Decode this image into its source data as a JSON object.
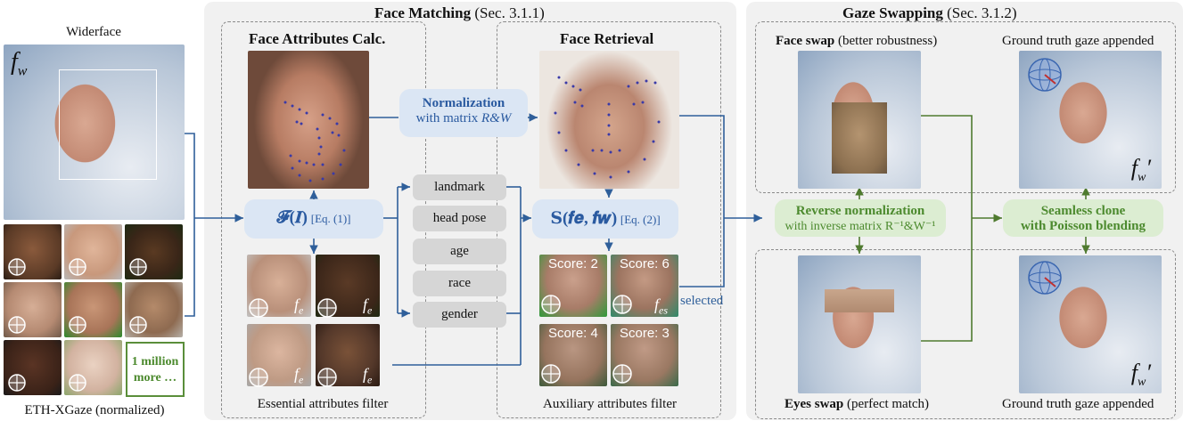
{
  "left": {
    "widerface_label": "Widerface",
    "fw_label": "f",
    "fw_sub": "w",
    "eth_label": "ETH-XGaze (normalized)",
    "million_line1": "1 million",
    "million_line2": "more …"
  },
  "face_matching": {
    "title_bold": "Face Matching",
    "title_ref": " (Sec. 3.1.1)",
    "attr_calc_title": "Face Attributes Calc.",
    "retrieval_title": "Face Retrieval",
    "normalization_title": "Normalization",
    "normalization_sub_pre": "with matrix ",
    "normalization_sub_math": "R&W",
    "F_formula": "𝓕(𝑰)",
    "F_eq": "[Eq. (1)]",
    "S_formula": "𝐒(𝒇𝒆, 𝒇𝒘)",
    "S_eq": "[Eq. (2)]",
    "attributes": [
      "landmark",
      "head pose",
      "age",
      "race",
      "gender"
    ],
    "fe_label": "f",
    "fe_sub": "e",
    "fes_label": "f",
    "fes_sub": "es",
    "scores": [
      "Score: 2",
      "Score: 6",
      "Score: 4",
      "Score: 3"
    ],
    "selected_label": "selected",
    "essential_label": "Essential attributes filter",
    "auxiliary_label": "Auxiliary attributes filter"
  },
  "gaze_swapping": {
    "title_bold": "Gaze Swapping",
    "title_ref": " (Sec. 3.1.2)",
    "face_swap_bold": "Face swap",
    "face_swap_note": " (better robustness)",
    "eyes_swap_bold": "Eyes swap",
    "eyes_swap_note": " (perfect match)",
    "gt_top": "Ground truth gaze appended",
    "gt_bottom": "Ground truth gaze appended",
    "reverse_title": "Reverse normalization",
    "reverse_sub": "with inverse matrix R⁻¹&W⁻¹",
    "seamless_line1": "Seamless clone",
    "seamless_line2": "with Poisson blending",
    "fw_prime": "f",
    "fw_prime_sub": "w",
    "prime_mark": "′"
  },
  "colors": {
    "blue_text": "#2a5aa0",
    "blue_box": "#dbe6f4",
    "green_text": "#4c8a2e",
    "green_box": "#dcedd2",
    "arrow_blue": "#2f5f9a",
    "arrow_green": "#4f7a2f",
    "panel_bg": "#f1f1f1"
  }
}
